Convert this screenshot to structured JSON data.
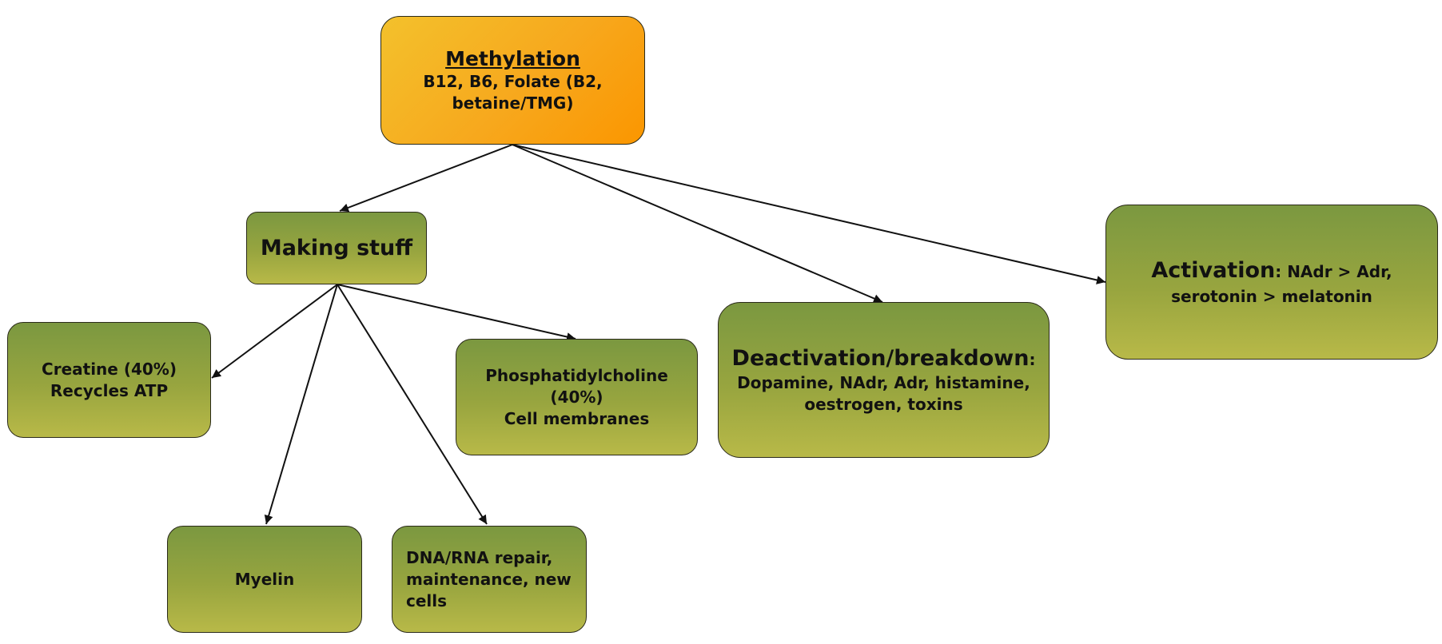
{
  "nodes": {
    "methylation": {
      "title": "Methylation",
      "body": "B12, B6, Folate (B2, betaine/TMG)"
    },
    "making_stuff": {
      "label": "Making stuff"
    },
    "creatine": {
      "line1": "Creatine (40%)",
      "line2": "Recycles ATP"
    },
    "phosphatidylcholine": {
      "line1": "Phosphatidylcholine",
      "line2": "(40%)",
      "line3": "Cell membranes"
    },
    "deactivation": {
      "head": "Deactivation/breakdown",
      "colon": ":",
      "body": "Dopamine, NAdr, Adr, histamine, oestrogen, toxins"
    },
    "activation": {
      "head": "Activation",
      "rest": ": NAdr > Adr, serotonin > melatonin"
    },
    "myelin": {
      "label": "Myelin"
    },
    "dna_rna": {
      "label": "DNA/RNA repair, maintenance, new cells"
    }
  },
  "edges": [
    {
      "from": "methylation",
      "to": "making_stuff"
    },
    {
      "from": "methylation",
      "to": "deactivation"
    },
    {
      "from": "methylation",
      "to": "activation"
    },
    {
      "from": "making_stuff",
      "to": "creatine"
    },
    {
      "from": "making_stuff",
      "to": "phosphatidylcholine"
    },
    {
      "from": "making_stuff",
      "to": "myelin"
    },
    {
      "from": "making_stuff",
      "to": "dna_rna"
    }
  ],
  "colors": {
    "green_top": "#7b9840",
    "green_bottom": "#b8b948",
    "orange_start": "#f3c12c",
    "orange_end": "#fb9600",
    "edge": "#111111"
  }
}
